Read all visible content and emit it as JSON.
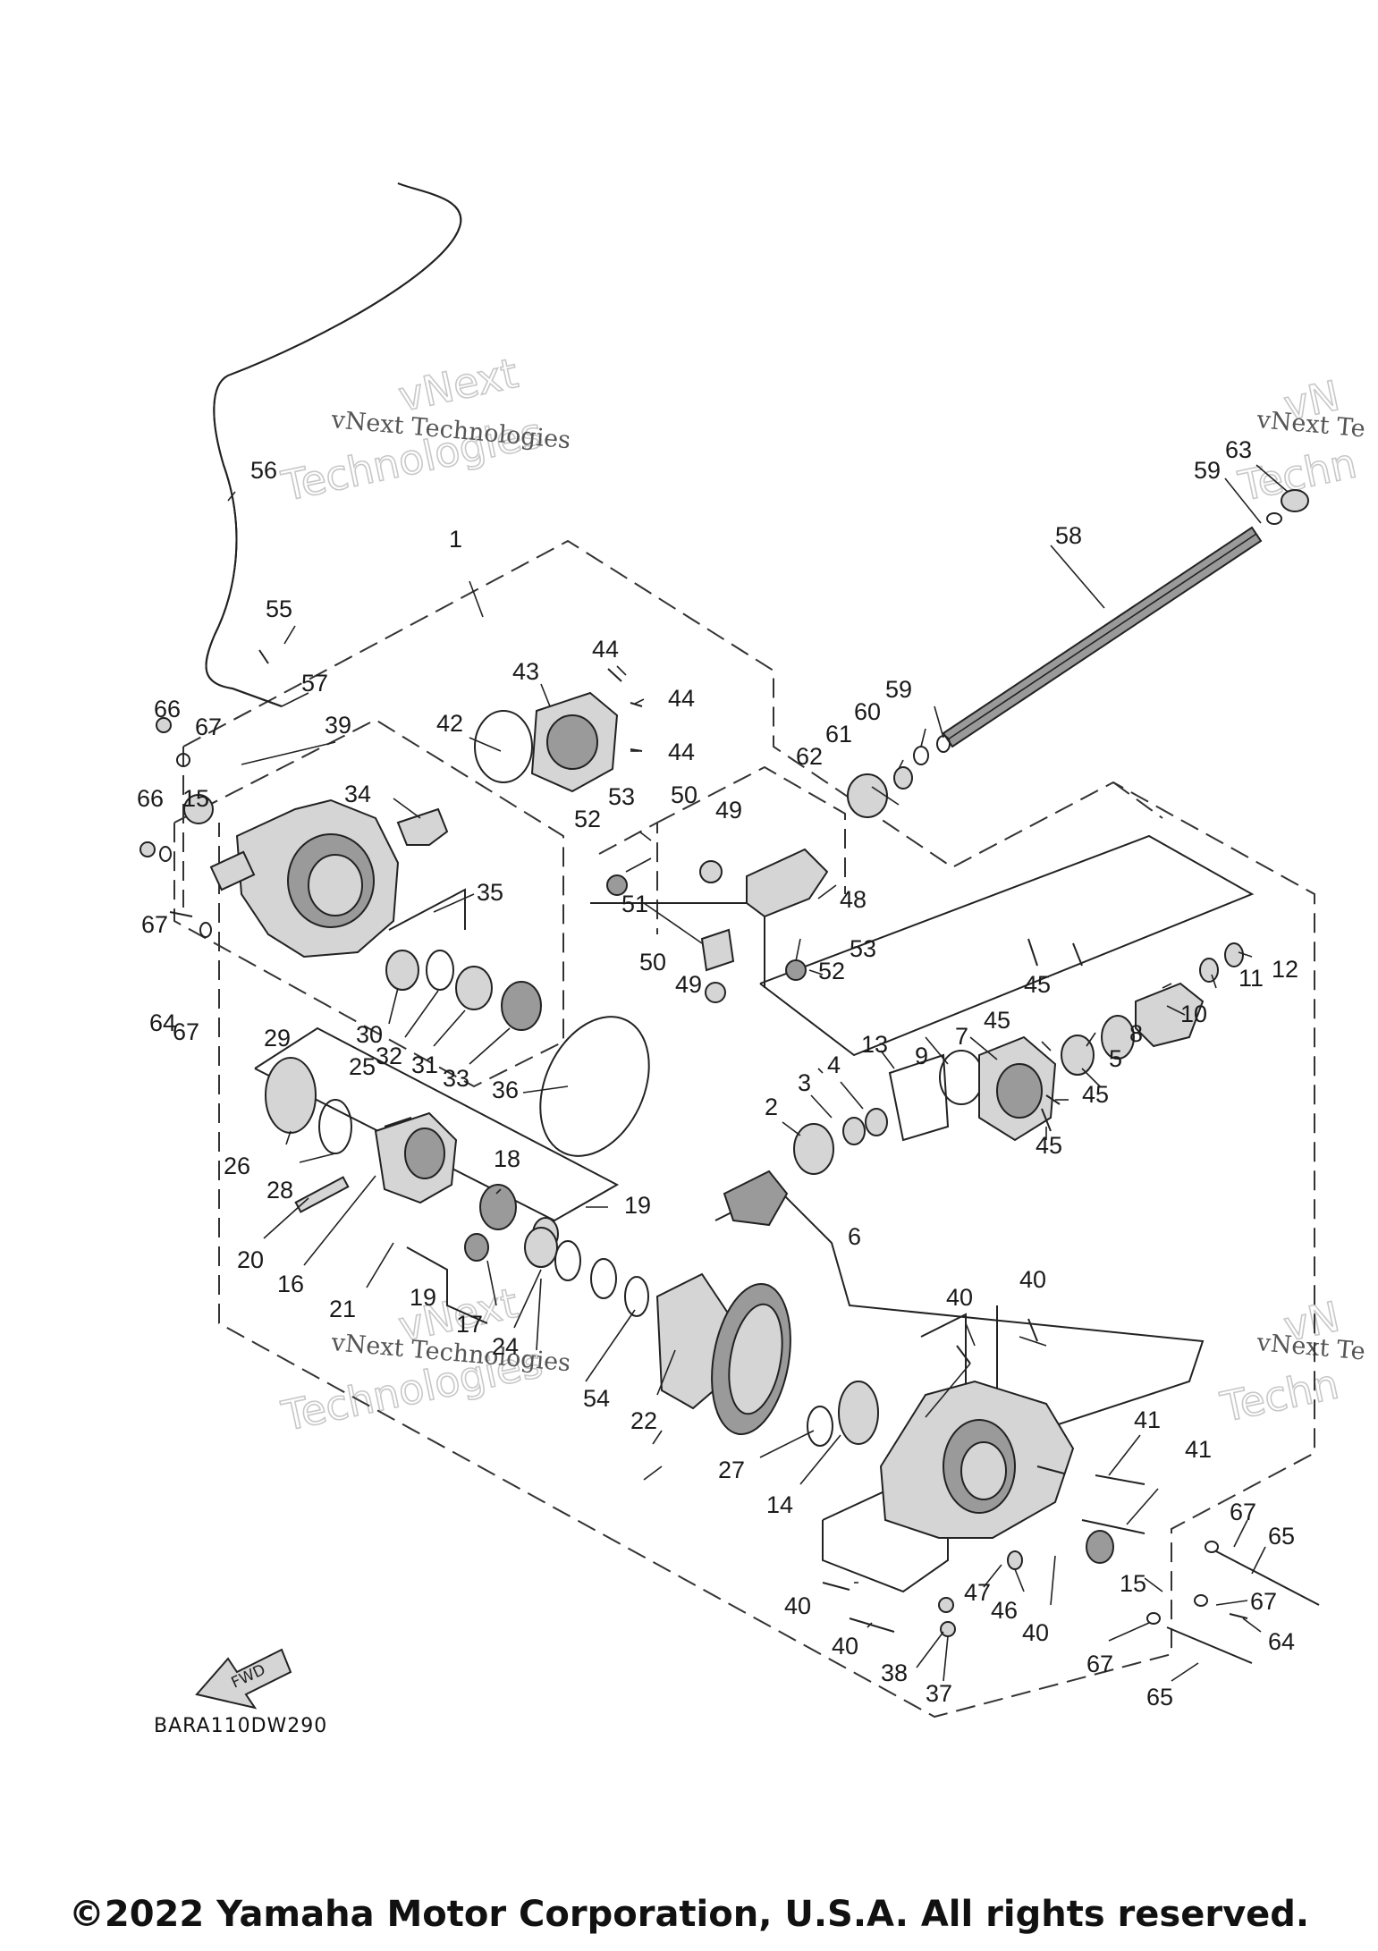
{
  "watermarks": {
    "small_text": "vNext Technologies",
    "small_text_cut": "vNext Te",
    "big_line1": "vNext",
    "big_line2": "Technologies",
    "big_line2_cut": "Techn",
    "big_line1_cut": "vN"
  },
  "diagram_ref": "BARA110DW290",
  "fwd_label": "FWD",
  "copyright": "©2022 Yamaha Motor Corporation, U.S.A. All rights reserved.",
  "part_numbers": {
    "n1": "1",
    "n2": "2",
    "n3": "3",
    "n4": "4",
    "n5": "5",
    "n6": "6",
    "n7": "7",
    "n8": "8",
    "n9": "9",
    "n10": "10",
    "n11": "11",
    "n12": "12",
    "n13": "13",
    "n14": "14",
    "n15": "15",
    "n16": "16",
    "n17": "17",
    "n18": "18",
    "n19": "19",
    "n20": "20",
    "n21": "21",
    "n22": "22",
    "n24": "24",
    "n25": "25",
    "n26": "26",
    "n27": "27",
    "n28": "28",
    "n29": "29",
    "n30": "30",
    "n31": "31",
    "n32": "32",
    "n33": "33",
    "n34": "34",
    "n35": "35",
    "n36": "36",
    "n37": "37",
    "n38": "38",
    "n39": "39",
    "n40": "40",
    "n41": "41",
    "n42": "42",
    "n43": "43",
    "n44": "44",
    "n45": "45",
    "n46": "46",
    "n47": "47",
    "n48": "48",
    "n49": "49",
    "n50": "50",
    "n51": "51",
    "n52": "52",
    "n53": "53",
    "n54": "54",
    "n55": "55",
    "n56": "56",
    "n57": "57",
    "n58": "58",
    "n59": "59",
    "n60": "60",
    "n61": "61",
    "n62": "62",
    "n63": "63",
    "n64": "64",
    "n65": "65",
    "n66": "66",
    "n67": "67"
  }
}
